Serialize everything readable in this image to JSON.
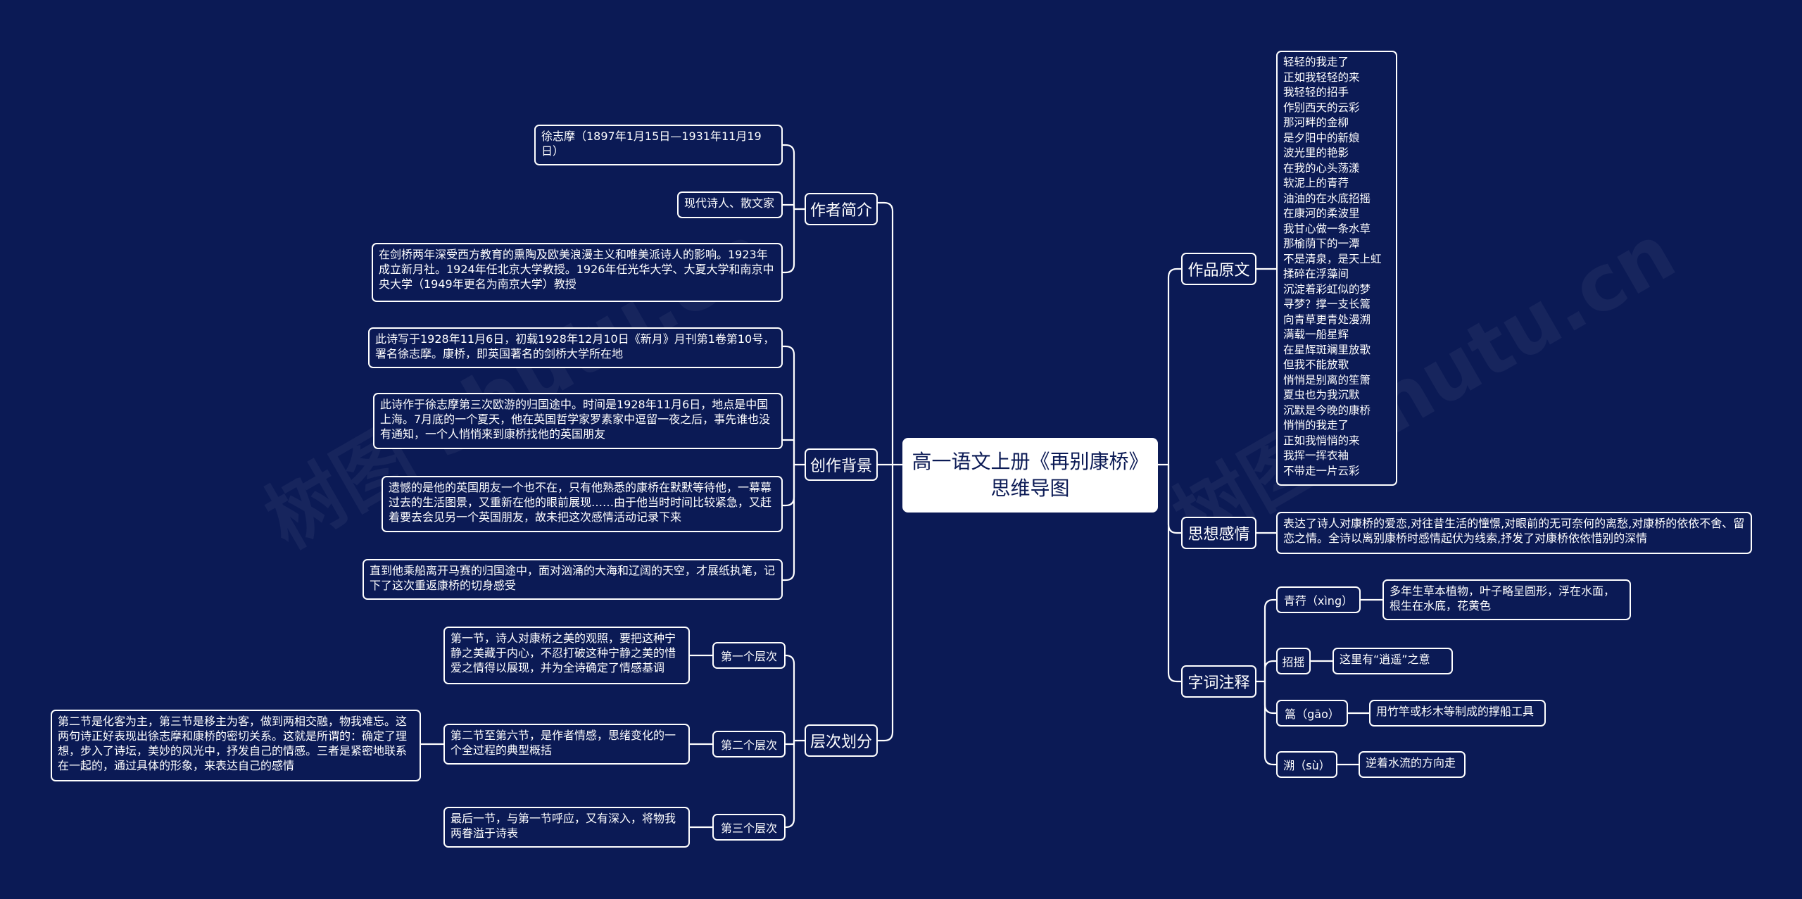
{
  "root": {
    "title": "高一语文上册《再别康桥》思维导图"
  },
  "author": {
    "label": "作者简介",
    "items": [
      "徐志摩（1897年1月15日—1931年11月19日）",
      "现代诗人、散文家",
      "在剑桥两年深受西方教育的熏陶及欧美浪漫主义和唯美派诗人的影响。1923年成立新月社。1924年任北京大学教授。1926年任光华大学、大夏大学和南京中央大学（1949年更名为南京大学）教授"
    ]
  },
  "background": {
    "label": "创作背景",
    "items": [
      "此诗写于1928年11月6日，初载1928年12月10日《新月》月刊第1卷第10号，署名徐志摩。康桥，即英国著名的剑桥大学所在地",
      "此诗作于徐志摩第三次欧游的归国途中。时间是1928年11月6日，地点是中国上海。7月底的一个夏天，他在英国哲学家罗素家中逗留一夜之后，事先谁也没有通知，一个人悄悄来到康桥找他的英国朋友",
      "遗憾的是他的英国朋友一个也不在，只有他熟悉的康桥在默默等待他，一幕幕过去的生活图景，又重新在他的眼前展现……由于他当时时间比较紧急，又赶着要去会见另一个英国朋友，故未把这次感情活动记录下来",
      "直到他乘船离开马赛的归国途中，面对汹涌的大海和辽阔的天空，才展纸执笔，记下了这次重返康桥的切身感受"
    ]
  },
  "levels": {
    "label": "层次划分",
    "items": [
      {
        "label": "第一个层次",
        "text": "第一节，诗人对康桥之美的观照，要把这种宁静之美藏于内心，不忍打破这种宁静之美的惜爱之情得以展现，并为全诗确定了情感基调"
      },
      {
        "label": "第二个层次",
        "text": "第二节至第六节，是作者情感，思绪变化的一个全过程的典型概括",
        "note": "第二节是化客为主，第三节是移主为客，做到两相交融，物我难忘。这两句诗正好表现出徐志摩和康桥的密切关系。这就是所谓的：确定了理想，步入了诗坛，美妙的风光中，抒发自己的情感。三者是紧密地联系在一起的，通过具体的形象，来表达自己的感情"
      },
      {
        "label": "第三个层次",
        "text": "最后一节，与第一节呼应，又有深入，将物我两眷溢于诗表"
      }
    ]
  },
  "original": {
    "label": "作品原文",
    "text": "轻轻的我走了\n正如我轻轻的来\n我轻轻的招手\n作别西天的云彩\n那河畔的金柳\n是夕阳中的新娘\n波光里的艳影\n在我的心头荡漾\n软泥上的青荇\n油油的在水底招摇\n在康河的柔波里\n我甘心做一条水草\n那榆荫下的一潭\n不是清泉，是天上虹\n揉碎在浮藻间\n沉淀着彩虹似的梦\n寻梦？撑一支长篙\n向青草更青处漫溯\n满载一船星辉\n在星辉斑斓里放歌\n但我不能放歌\n悄悄是别离的笙箫\n夏虫也为我沉默\n沉默是今晚的康桥\n悄悄的我走了\n正如我悄悄的来\n我挥一挥衣袖\n不带走一片云彩"
  },
  "emotion": {
    "label": "思想感情",
    "text": "表达了诗人对康桥的爱恋,对往昔生活的憧憬,对眼前的无可奈何的离愁,对康桥的依依不舍、留恋之情。全诗以离别康桥时感情起伏为线索,抒发了对康桥依依惜别的深情"
  },
  "glossary": {
    "label": "字词注释",
    "items": [
      {
        "term": "青荇（xìng）",
        "def": "多年生草本植物，叶子略呈圆形，浮在水面，根生在水底，花黄色"
      },
      {
        "term": "招摇",
        "def": "这里有“逍遥”之意"
      },
      {
        "term": "篙（gāo）",
        "def": "用竹竿或杉木等制成的撑船工具"
      },
      {
        "term": "溯（sù）",
        "def": "逆着水流的方向走"
      }
    ]
  },
  "watermark": "树图 shutu.cn"
}
